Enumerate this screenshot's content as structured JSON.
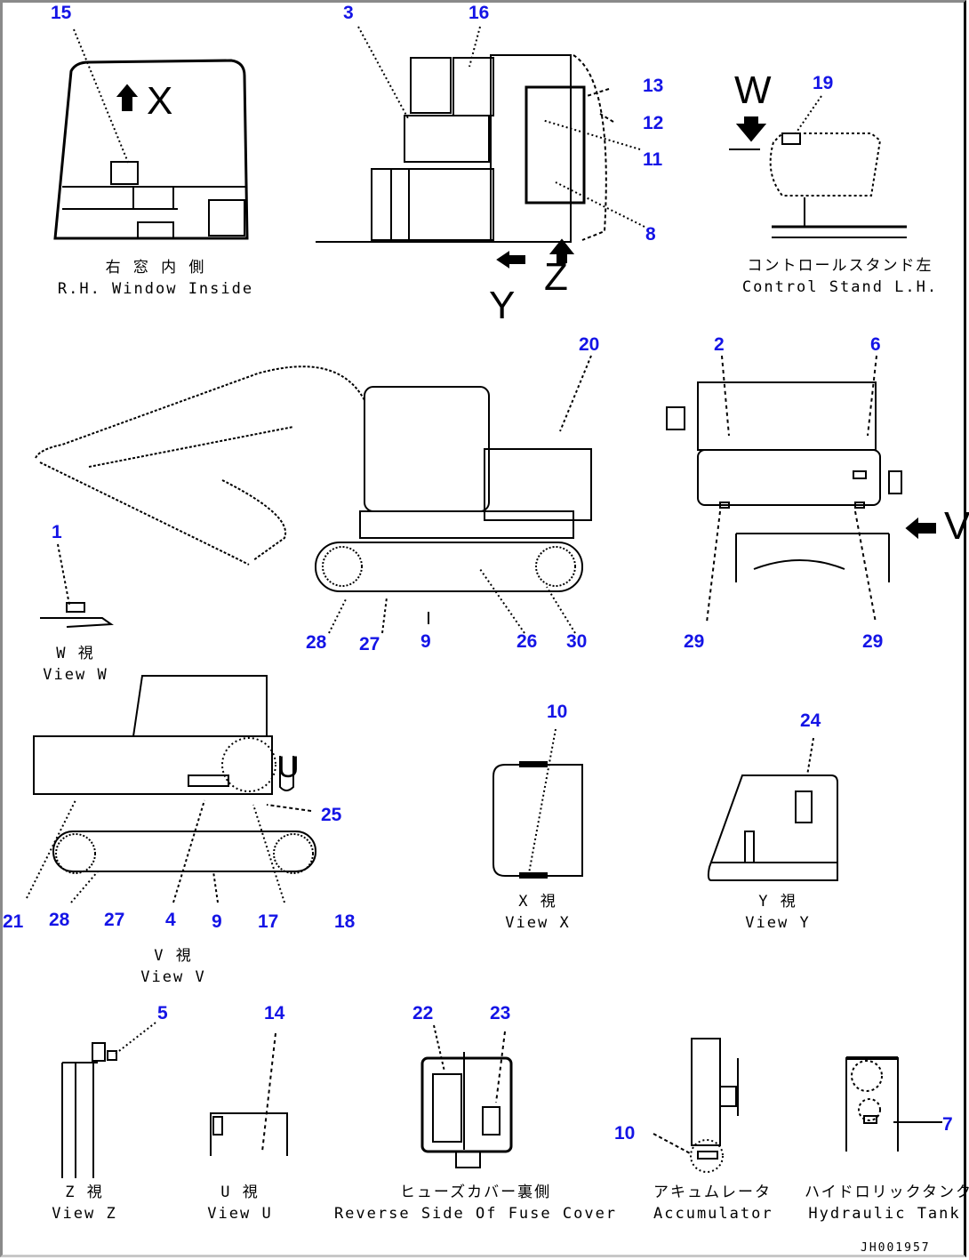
{
  "diagram": {
    "drawing_code": "JH001957",
    "views": [
      {
        "id": "rh-window",
        "caption_jp": "右 窓 内 側",
        "caption_en": "R.H. Window Inside",
        "callouts": [
          "15"
        ]
      },
      {
        "id": "machine-top",
        "caption_jp": "",
        "caption_en": "",
        "callouts": [
          "3",
          "16",
          "13",
          "12",
          "11",
          "8"
        ]
      },
      {
        "id": "control-stand",
        "caption_jp": "コントロールスタンド左",
        "caption_en": "Control Stand L.H.",
        "callouts": [
          "19"
        ]
      },
      {
        "id": "side-main",
        "caption_jp": "",
        "caption_en": "",
        "callouts": [
          "20",
          "28",
          "27",
          "9",
          "26",
          "30"
        ]
      },
      {
        "id": "rear",
        "caption_jp": "",
        "caption_en": "",
        "callouts": [
          "2",
          "6",
          "29",
          "29"
        ]
      },
      {
        "id": "view-w",
        "caption_jp": "W 視",
        "caption_en": "View W",
        "callouts": [
          "1"
        ]
      },
      {
        "id": "view-v",
        "caption_jp": "V 視",
        "caption_en": "View V",
        "callouts": [
          "25",
          "21",
          "28",
          "27",
          "4",
          "9",
          "17",
          "18"
        ]
      },
      {
        "id": "view-x",
        "caption_jp": "X 視",
        "caption_en": "View X",
        "callouts": [
          "10"
        ]
      },
      {
        "id": "view-y",
        "caption_jp": "Y 視",
        "caption_en": "View Y",
        "callouts": [
          "24"
        ]
      },
      {
        "id": "view-z",
        "caption_jp": "Z 視",
        "caption_en": "View Z",
        "callouts": [
          "5"
        ]
      },
      {
        "id": "view-u",
        "caption_jp": "U 視",
        "caption_en": "View U",
        "callouts": [
          "14"
        ]
      },
      {
        "id": "fuse-cover",
        "caption_jp": "ヒューズカバー裏側",
        "caption_en": "Reverse Side Of Fuse Cover",
        "callouts": [
          "22",
          "23"
        ]
      },
      {
        "id": "accumulator",
        "caption_jp": "アキュムレータ",
        "caption_en": "Accumulator",
        "callouts": [
          "10"
        ]
      },
      {
        "id": "hydraulic-tank",
        "caption_jp": "ハイドロリックタンク",
        "caption_en": "Hydraulic Tank",
        "callouts": [
          "7"
        ]
      }
    ],
    "view_letters": {
      "x": "X",
      "y": "Y",
      "z": "Z",
      "w": "W",
      "v": "V",
      "u": "U"
    },
    "callout_color": "#1414e6"
  }
}
